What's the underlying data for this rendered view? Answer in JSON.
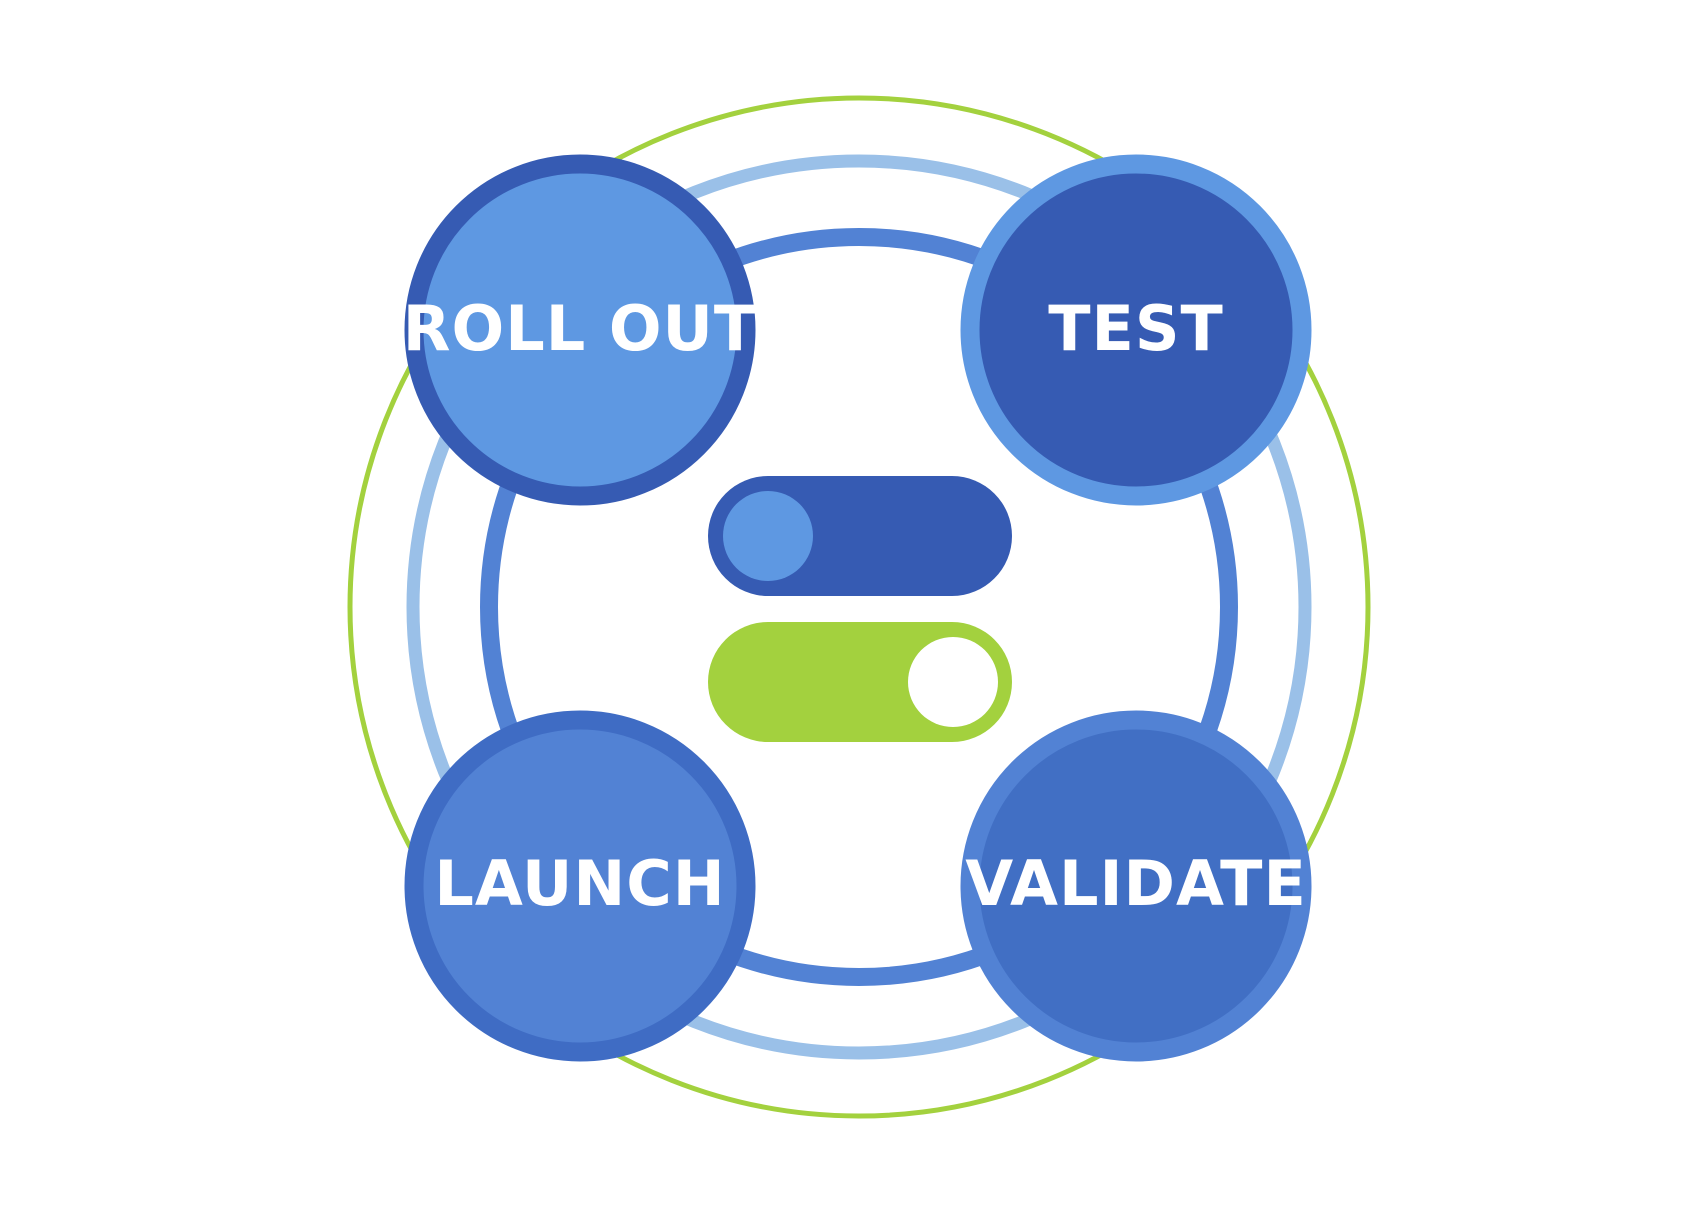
{
  "stages": [
    {
      "label": "ROLL OUT",
      "fill": "#5e98e2",
      "border": "#365bb3"
    },
    {
      "label": "TEST",
      "fill": "#365bb3",
      "border": "#5e98e2"
    },
    {
      "label": "LAUNCH",
      "fill": "#5282d4",
      "border": "#3f6cc4"
    },
    {
      "label": "VALIDATE",
      "fill": "#416fc4",
      "border": "#5282d4"
    }
  ],
  "toggles": [
    {
      "state": "off",
      "track": "#365bb3",
      "knob": "#5e98e2"
    },
    {
      "state": "on",
      "track": "#a3d13e",
      "knob": "#ffffff"
    }
  ],
  "rings": {
    "outer": "#a3d13e",
    "middle": "#9ac0e8",
    "inner": "#5282d4"
  }
}
